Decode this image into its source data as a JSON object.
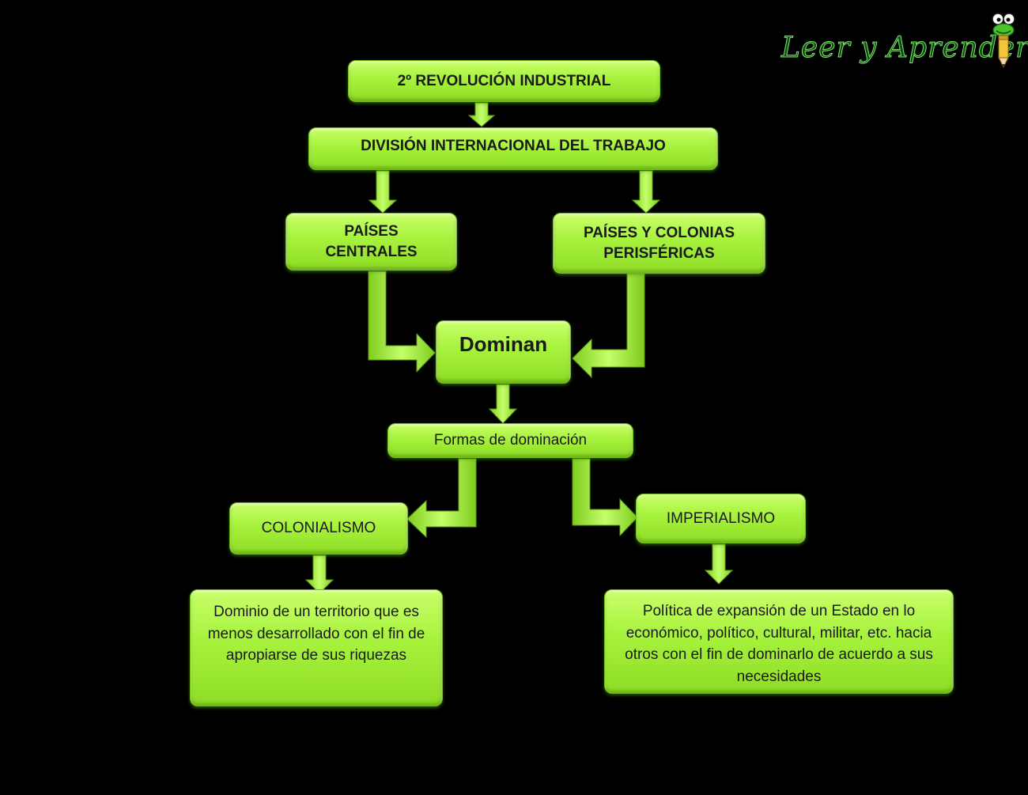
{
  "diagram": {
    "nodes": {
      "revolucion": "2º REVOLUCIÓN INDUSTRIAL",
      "division": "DIVISIÓN INTERNACIONAL DEL TRABAJO",
      "centrales_1": "PAÍSES",
      "centrales_2": "CENTRALES",
      "perifericas_1": "PAÍSES Y COLONIAS",
      "perifericas_2": "PERISFÉRICAS",
      "dominan": "Dominan",
      "formas": "Formas de dominación",
      "colonialismo": "COLONIALISMO",
      "imperialismo": "IMPERIALISMO",
      "colonialismo_desc": "Dominio de un territorio que es menos desarrollado con el fin de apropiarse de sus riquezas",
      "imperialismo_desc": "Política de expansión de un Estado en lo económico, político, cultural, militar, etc. hacia otros con el fin de dominarlo de acuerdo a sus necesidades"
    },
    "colors": {
      "background": "#000000",
      "node_fill": "#a6f23c",
      "arrow_fill": "#9be53a"
    }
  },
  "logo": {
    "text": "Leer y Aprender",
    "icon": "pencil-frog-icon"
  }
}
